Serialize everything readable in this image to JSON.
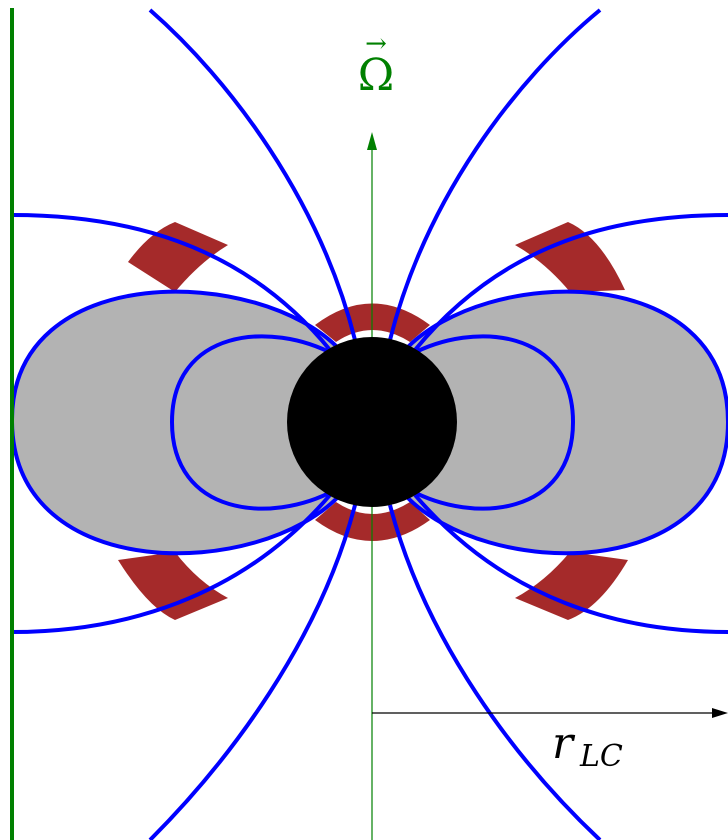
{
  "labels": {
    "omega_symbol": "Ω",
    "omega_arrow": "→",
    "radius_main": "r",
    "radius_sub": "LC"
  },
  "colors": {
    "field_line": "#0000ff",
    "closed_zone_fill": "#b3b3b3",
    "emission_band": "#a52a2a",
    "star": "#000000",
    "axis": "#008000",
    "light_cylinder": "#008000",
    "radius_arrow": "#000000"
  }
}
